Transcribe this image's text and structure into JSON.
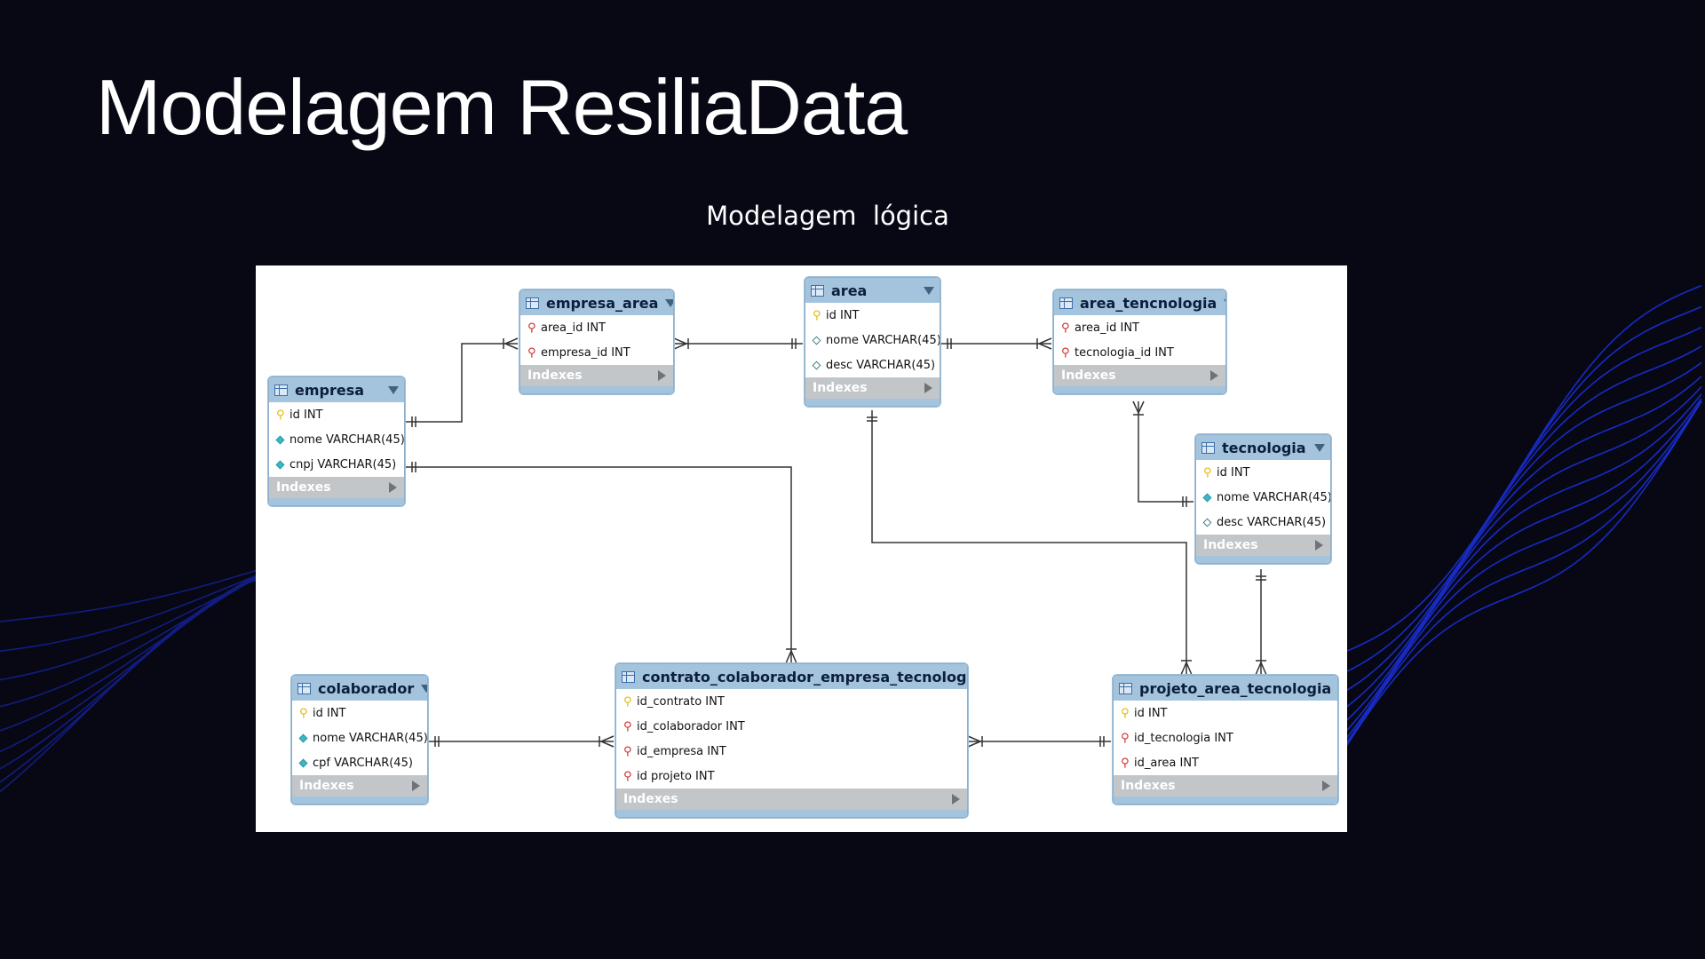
{
  "page": {
    "title": "Modelagem ResiliaData",
    "subtitle": "Modelagem  lógica",
    "index_label": "Indexes"
  },
  "colors": {
    "background": "#070814",
    "wave": "#1a2fd6",
    "entity_header": "#a4c4dd",
    "index_bar": "#c3c6c9",
    "primary_key": "#e1b900",
    "foreign_key": "#cf2a2a",
    "attribute": "#38b9c9"
  },
  "entities": {
    "empresa": {
      "name": "empresa",
      "columns": [
        {
          "label": "id INT",
          "key": "pk"
        },
        {
          "label": "nome VARCHAR(45)",
          "key": "attr-filled"
        },
        {
          "label": "cnpj VARCHAR(45)",
          "key": "attr-filled"
        }
      ]
    },
    "empresa_area": {
      "name": "empresa_area",
      "columns": [
        {
          "label": "area_id INT",
          "key": "fk"
        },
        {
          "label": "empresa_id INT",
          "key": "fk"
        }
      ]
    },
    "area": {
      "name": "area",
      "columns": [
        {
          "label": "id INT",
          "key": "pk"
        },
        {
          "label": "nome VARCHAR(45)",
          "key": "attr-hollow"
        },
        {
          "label": "desc VARCHAR(45)",
          "key": "attr-hollow"
        }
      ]
    },
    "area_tencnologia": {
      "name": "area_tencnologia",
      "columns": [
        {
          "label": "area_id INT",
          "key": "fk"
        },
        {
          "label": "tecnologia_id INT",
          "key": "fk"
        }
      ]
    },
    "tecnologia": {
      "name": "tecnologia",
      "columns": [
        {
          "label": "id INT",
          "key": "pk"
        },
        {
          "label": "nome VARCHAR(45)",
          "key": "attr-filled"
        },
        {
          "label": "desc VARCHAR(45)",
          "key": "attr-hollow"
        }
      ]
    },
    "colaborador": {
      "name": "colaborador",
      "columns": [
        {
          "label": "id INT",
          "key": "pk"
        },
        {
          "label": "nome VARCHAR(45)",
          "key": "attr-filled"
        },
        {
          "label": "cpf VARCHAR(45)",
          "key": "attr-filled"
        }
      ]
    },
    "contrato": {
      "name": "contrato_colaborador_empresa_tecnologia",
      "columns": [
        {
          "label": "id_contrato INT",
          "key": "pk"
        },
        {
          "label": "id_colaborador INT",
          "key": "fk"
        },
        {
          "label": "id_empresa INT",
          "key": "fk"
        },
        {
          "label": "id projeto INT",
          "key": "fk"
        }
      ]
    },
    "projeto": {
      "name": "projeto_area_tecnologia",
      "columns": [
        {
          "label": "id INT",
          "key": "pk"
        },
        {
          "label": "id_tecnologia INT",
          "key": "fk"
        },
        {
          "label": "id_area INT",
          "key": "fk"
        }
      ]
    }
  }
}
